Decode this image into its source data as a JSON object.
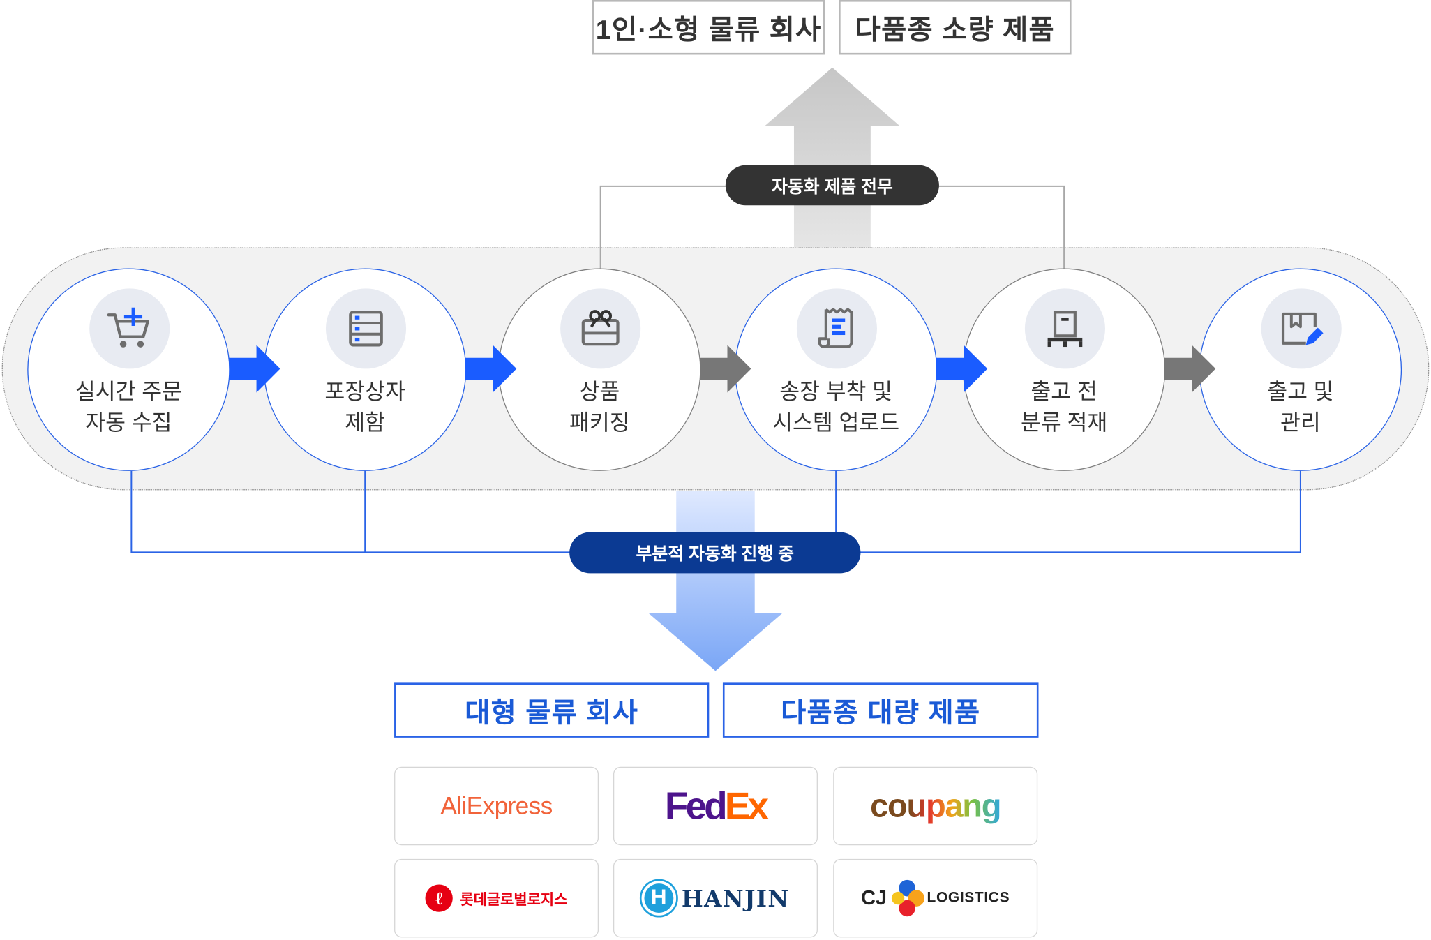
{
  "top_targets": [
    "1인·소형 물류 회사",
    "다품종 소량 제품"
  ],
  "top_pill": "자동화 제품 전무",
  "bottom_pill": "부분적 자동화 진행 중",
  "steps": [
    {
      "line1": "실시간 주문",
      "line2": "자동 수집",
      "icon": "cart-plus-icon",
      "state": "automated"
    },
    {
      "line1": "포장상자",
      "line2": "제함",
      "icon": "box-list-icon",
      "state": "automated"
    },
    {
      "line1": "상품",
      "line2": "패키징",
      "icon": "gift-package-icon",
      "state": "manual"
    },
    {
      "line1": "송장 부착 및",
      "line2": "시스템 업로드",
      "icon": "invoice-icon",
      "state": "automated"
    },
    {
      "line1": "출고 전",
      "line2": "분류 적재",
      "icon": "pallet-icon",
      "state": "manual"
    },
    {
      "line1": "출고 및",
      "line2": "관리",
      "icon": "box-edit-icon",
      "state": "automated"
    }
  ],
  "bottom_targets": [
    "대형 물류 회사",
    "다품종 대량 제품"
  ],
  "logos": {
    "aliexpress": "AliExpress",
    "fedex_fed": "Fed",
    "fedex_ex": "Ex",
    "coupang": "coupang",
    "lotte": "롯데글로벌로지스",
    "lotte_mark": "ℓ",
    "hanjin": "HANJIN",
    "hanjin_mark": "H",
    "cj": "CJ",
    "cj_logistics": "LOGISTICS"
  },
  "colors": {
    "blue_accent": "#2a63e6",
    "blue_arrow": "#1a5cff",
    "gray_arrow": "#777777",
    "dark_pill": "#333333",
    "navy_pill": "#0b3a93"
  }
}
